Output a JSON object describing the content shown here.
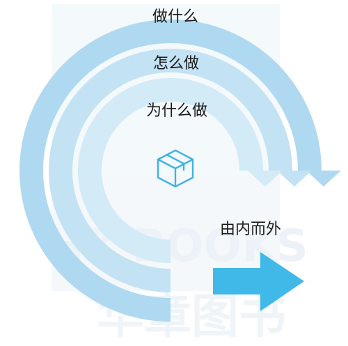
{
  "watermark": {
    "line1": "HZ BOOKS",
    "line2": "华章图书"
  },
  "rings": [
    {
      "label": "做什么",
      "color": "#aed9f1",
      "icon": "outer-ring-arrow"
    },
    {
      "label": "怎么做",
      "color": "#c3e2f4",
      "icon": "middle-ring-arrow"
    },
    {
      "label": "为什么做",
      "color": "#d3eaf7",
      "icon": "inner-ring-arrow"
    }
  ],
  "center_icon": "box-icon",
  "side_label": "由内而外",
  "side_arrow": {
    "color": "#40b8e8",
    "icon": "right-arrow-icon"
  }
}
